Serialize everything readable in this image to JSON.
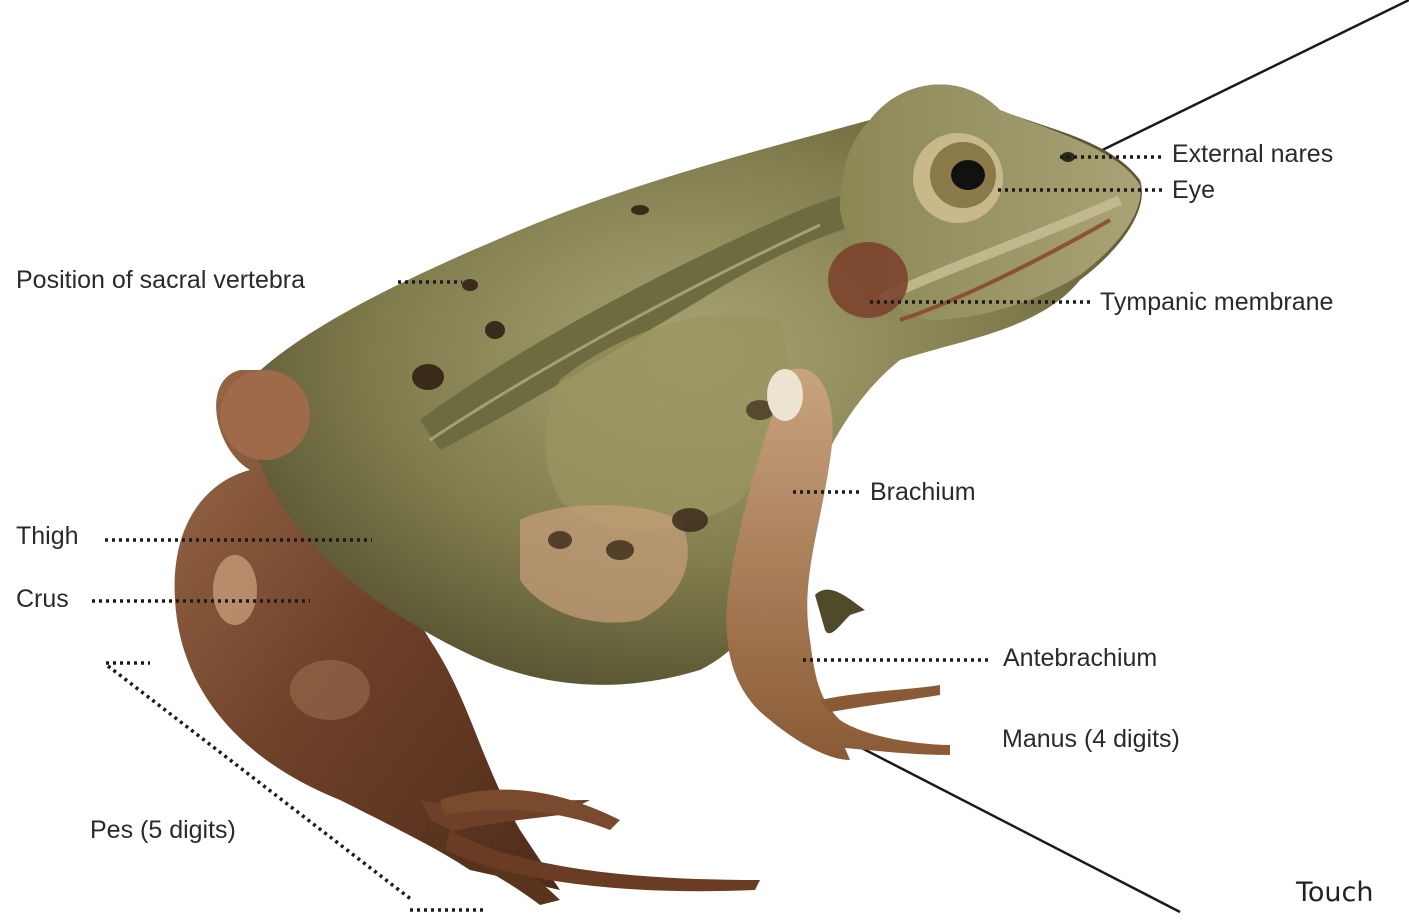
{
  "labels": {
    "external_nares": "External nares",
    "eye": "Eye",
    "tympanic_membrane": "Tympanic membrane",
    "sacral_vertebra": "Position of sacral vertebra",
    "brachium": "Brachium",
    "thigh": "Thigh",
    "crus": "Crus",
    "antebrachium": "Antebrachium",
    "manus": "Manus (4 digits)",
    "pes": "Pes (5 digits)"
  },
  "overlay_text": "Touch",
  "colors": {
    "skin_dark": "#5e5a36",
    "skin_mid": "#8e8a5a",
    "skin_light": "#b7b07e",
    "belly": "#c9a07a",
    "limb_brown": "#7a4a2e",
    "spot": "#3a2a1a",
    "eye_ring": "#c8b98a",
    "leader": "#222222"
  }
}
